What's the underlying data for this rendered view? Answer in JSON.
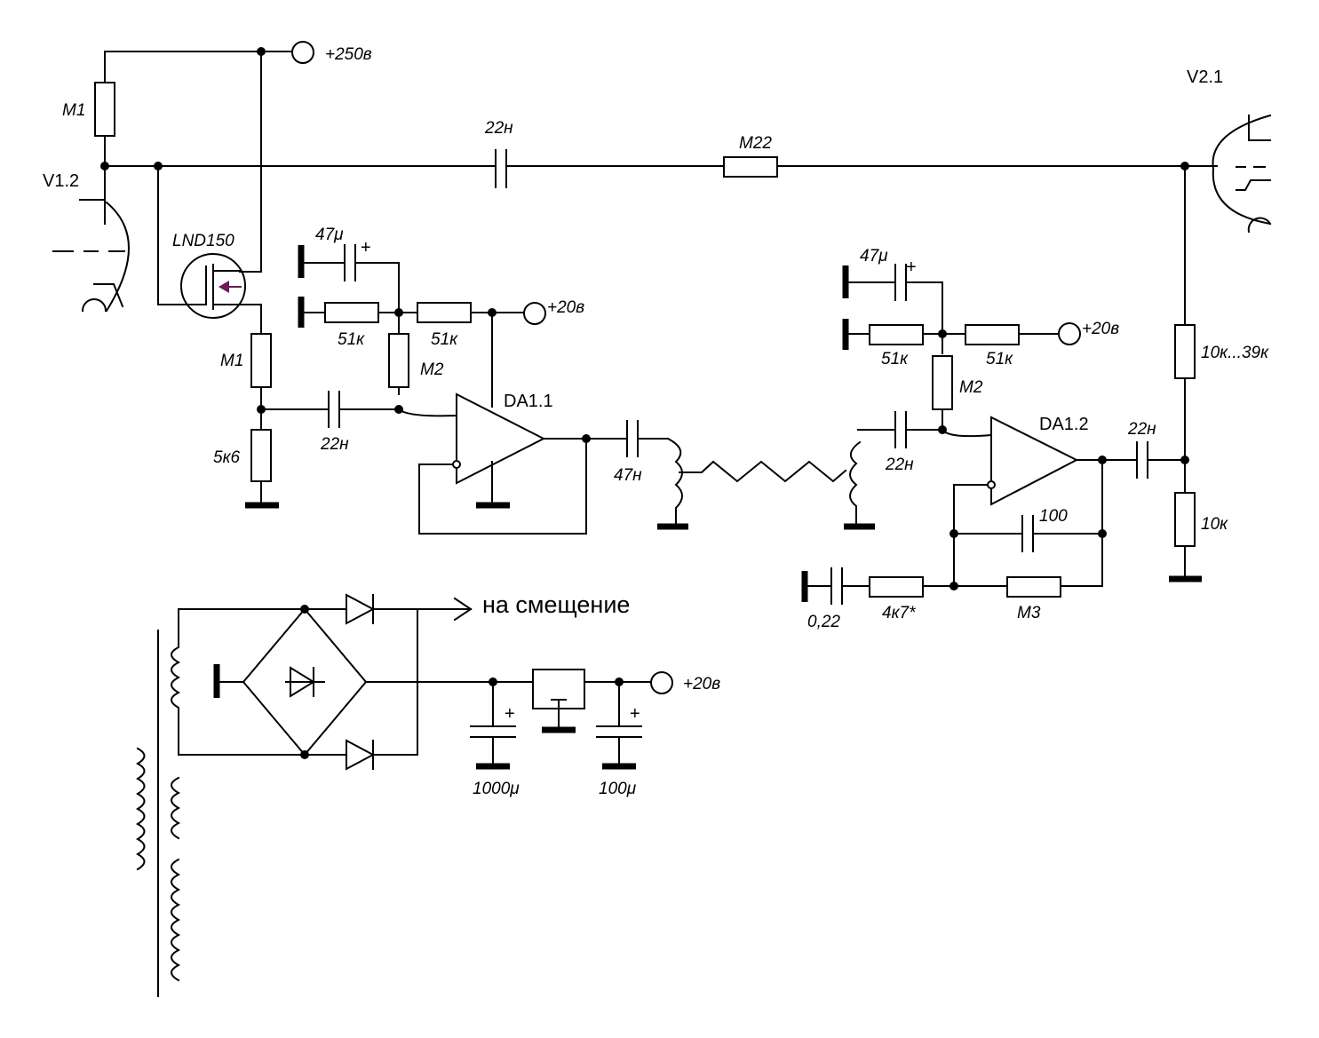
{
  "labels": {
    "v12": "V1.2",
    "v21": "V2.1",
    "supply250": "+250в",
    "m1_top": "M1",
    "m1_mid": "M1",
    "lnd": "LND150",
    "c22_top": "22н",
    "m22": "M22",
    "c47_1": "47μ",
    "plus_1": "+",
    "r51_a": "51к",
    "r51_b": "51к",
    "supply20_a": "+20в",
    "m2_a": "M2",
    "da11": "DA1.1",
    "c22_a": "22н",
    "r5k6": "5к6",
    "c47n": "47н",
    "c47_2": "47μ",
    "plus_2": "+",
    "r51_c": "51к",
    "r51_d": "51к",
    "supply20_b": "+20в",
    "m2_b": "M2",
    "c22_b": "22н",
    "da12": "DA1.2",
    "c22_c": "22н",
    "r10k39": "10к...39к",
    "r10k": "10к",
    "c100": "100",
    "c022": "0,22",
    "r4k7": "4к7*",
    "m3": "M3",
    "bias": "на смещение",
    "supply20_c": "+20в",
    "plus_3": "+",
    "plus_4": "+",
    "c1000": "1000μ",
    "c100u": "100μ"
  }
}
